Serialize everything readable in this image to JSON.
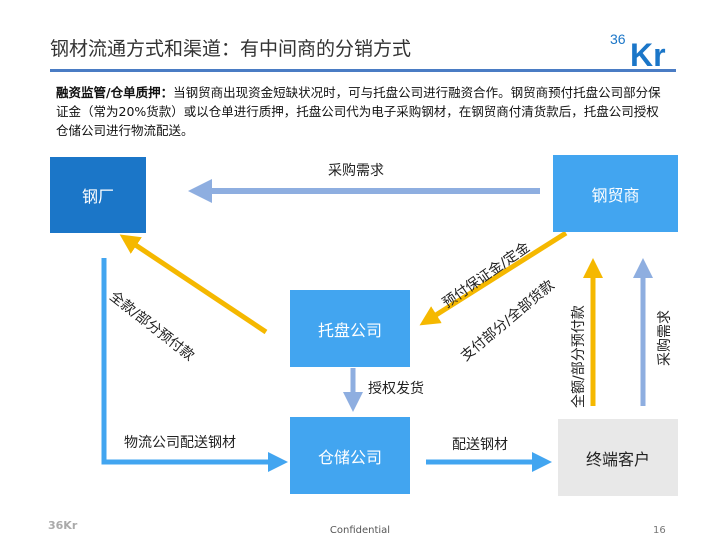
{
  "header": {
    "title": "钢材流通方式和渠道：有中间商的分销方式",
    "logo": "36Kr"
  },
  "description": {
    "bold": "融资监管/仓单质押：",
    "text": "当钢贸商出现资金短缺状况时，可与托盘公司进行融资合作。钢贸商预付托盘公司部分保证金（常为20%货款）或以仓单进行质押，托盘公司代为电子采购钢材，在钢贸商付清货款后，托盘公司授权仓储公司进行物流配送。"
  },
  "nodes": {
    "mill": "钢厂",
    "trader": "钢贸商",
    "pallet": "托盘公司",
    "warehouse": "仓储公司",
    "customer": "终端客户"
  },
  "edges": {
    "trader_to_mill": "采购需求",
    "pallet_to_mill": "全款/部分预付款",
    "trader_to_pallet_deposit": "预付保证金/定金",
    "trader_to_pallet_payment": "支付部分/全部货款",
    "pallet_to_warehouse": "授权发货",
    "mill_to_warehouse": "物流公司配送钢材",
    "warehouse_to_customer": "配送钢材",
    "customer_to_trader_payment": "全额/部分预付款",
    "customer_to_trader_demand": "采购需求"
  },
  "colors": {
    "mill": "#1b76c8",
    "node": "#42a5f0",
    "customer": "#e8e8e8",
    "yellow": "#f5b800",
    "lightblue": "#8eaee0"
  },
  "footer": {
    "confidential": "Confidential",
    "page": "16",
    "logo": "36Kr"
  }
}
